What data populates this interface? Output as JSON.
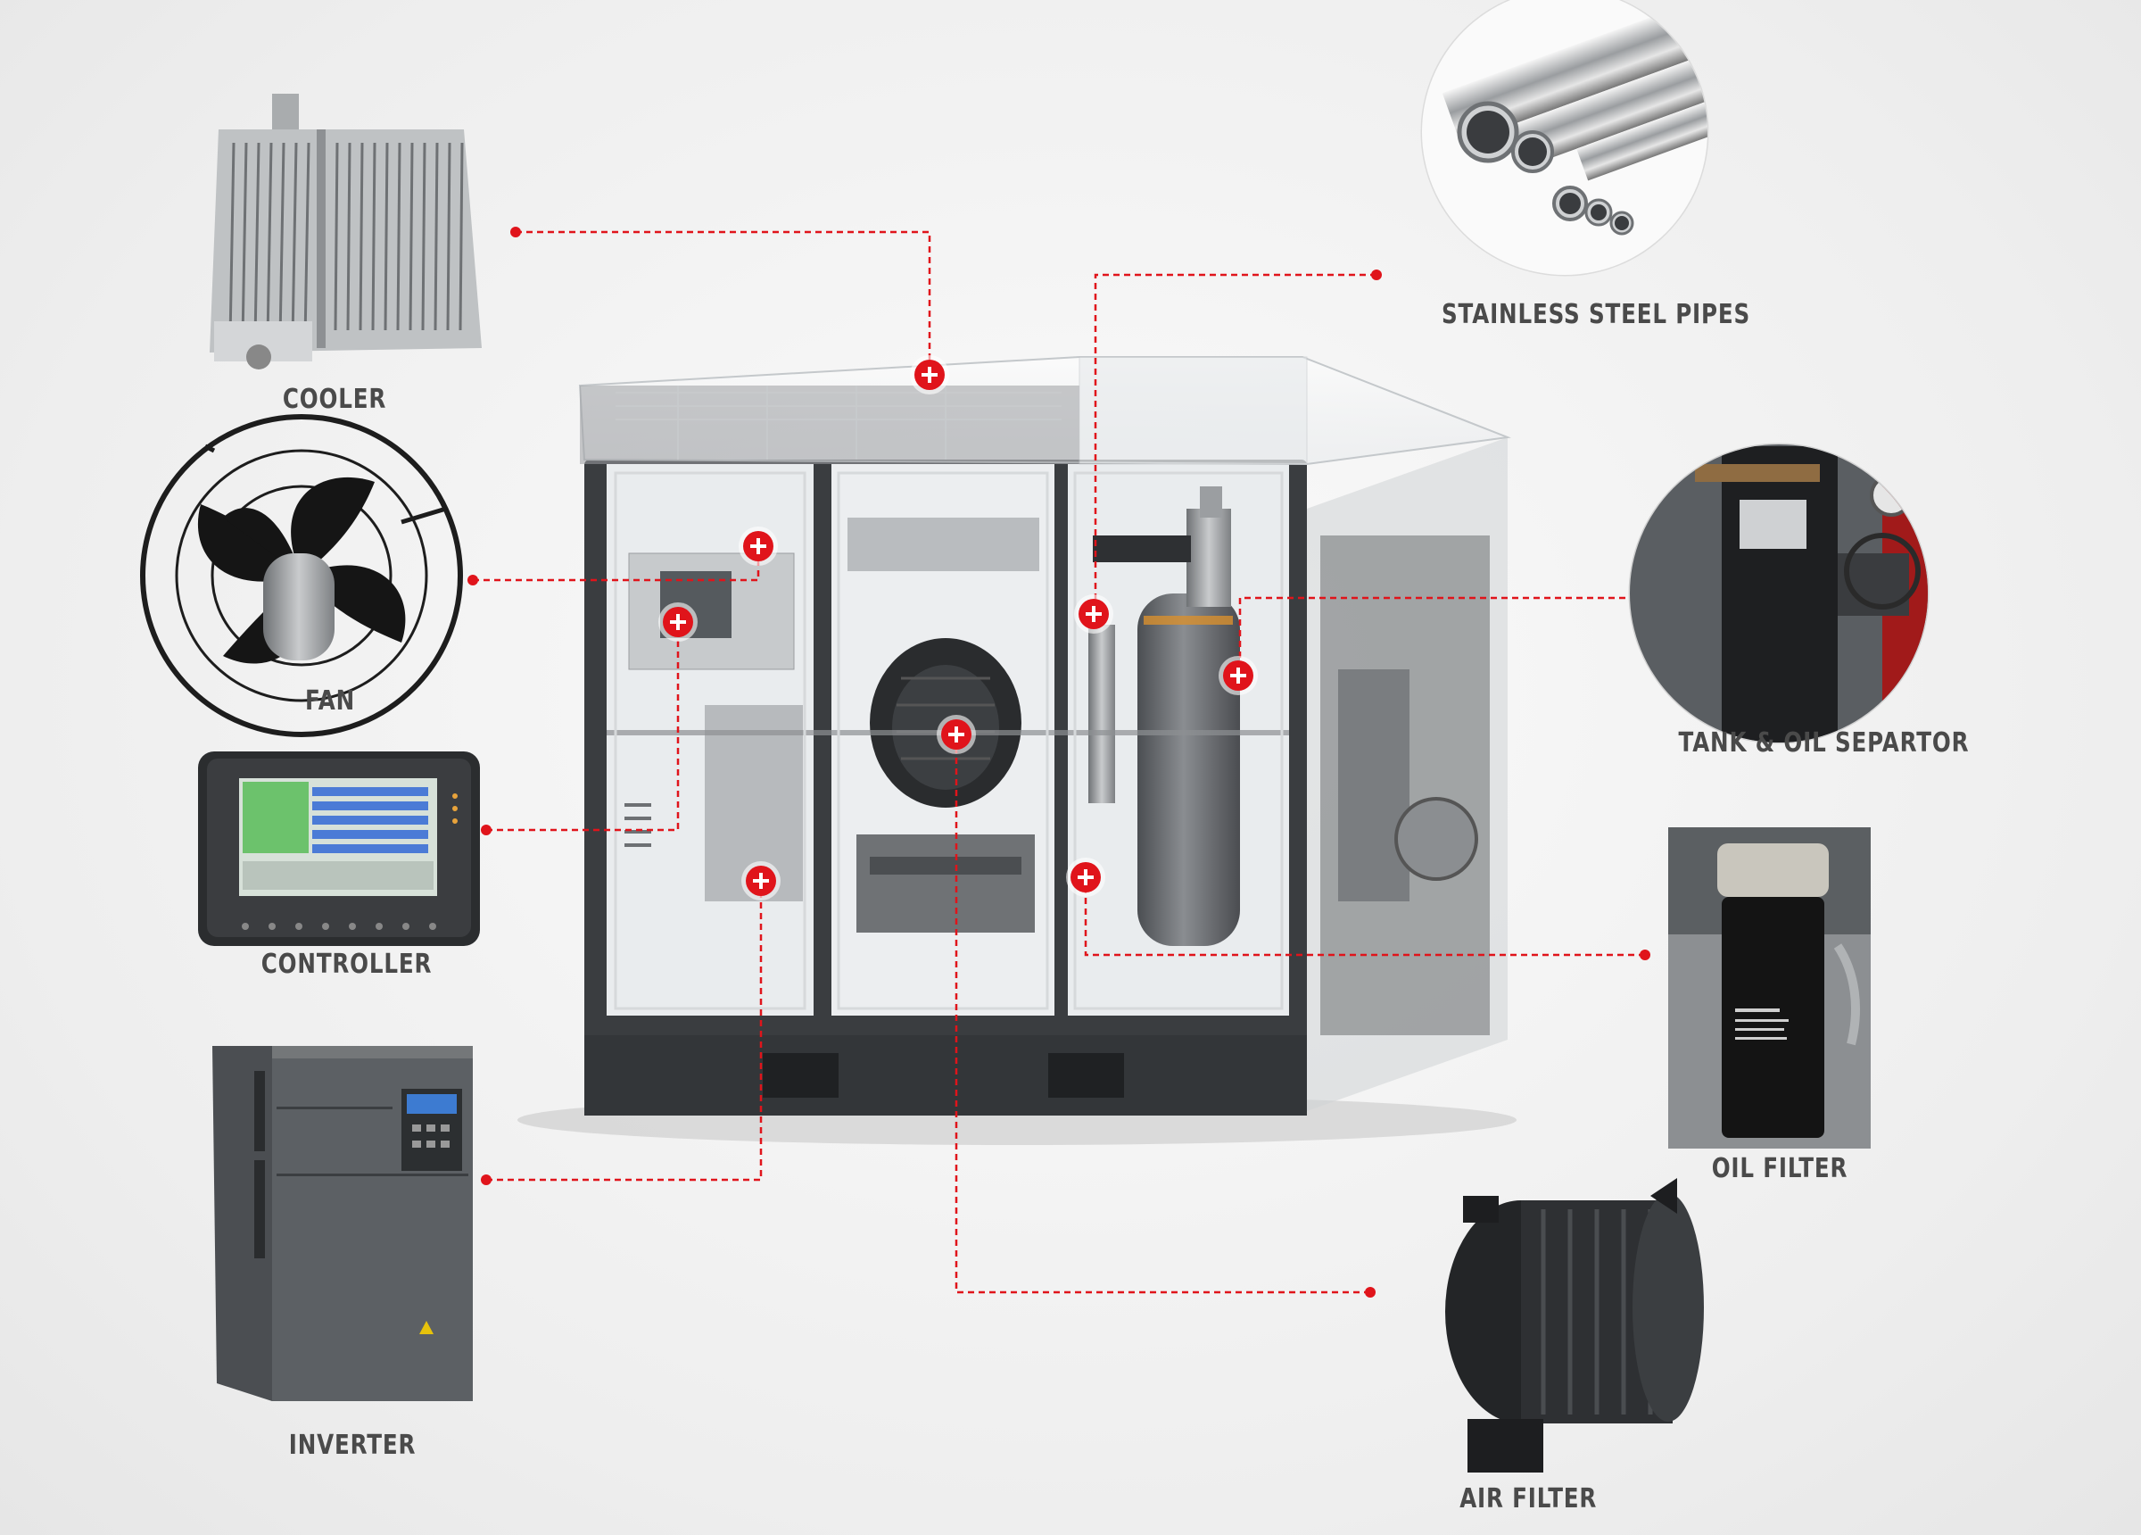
{
  "components": [
    {
      "id": "cooler",
      "label": "COOLER"
    },
    {
      "id": "fan",
      "label": "FAN"
    },
    {
      "id": "controller",
      "label": "CONTROLLER"
    },
    {
      "id": "inverter",
      "label": "INVERTER"
    },
    {
      "id": "pipes",
      "label": "STAINLESS STEEL PIPES"
    },
    {
      "id": "tank",
      "label": "TANK & OIL SEPARTOR"
    },
    {
      "id": "oil-filter",
      "label": "OIL FILTER"
    },
    {
      "id": "air-filter",
      "label": "AIR FILTER"
    }
  ],
  "colors": {
    "accent": "#e0141b",
    "label": "#4a4a4a",
    "frame": "#3a3d40"
  }
}
